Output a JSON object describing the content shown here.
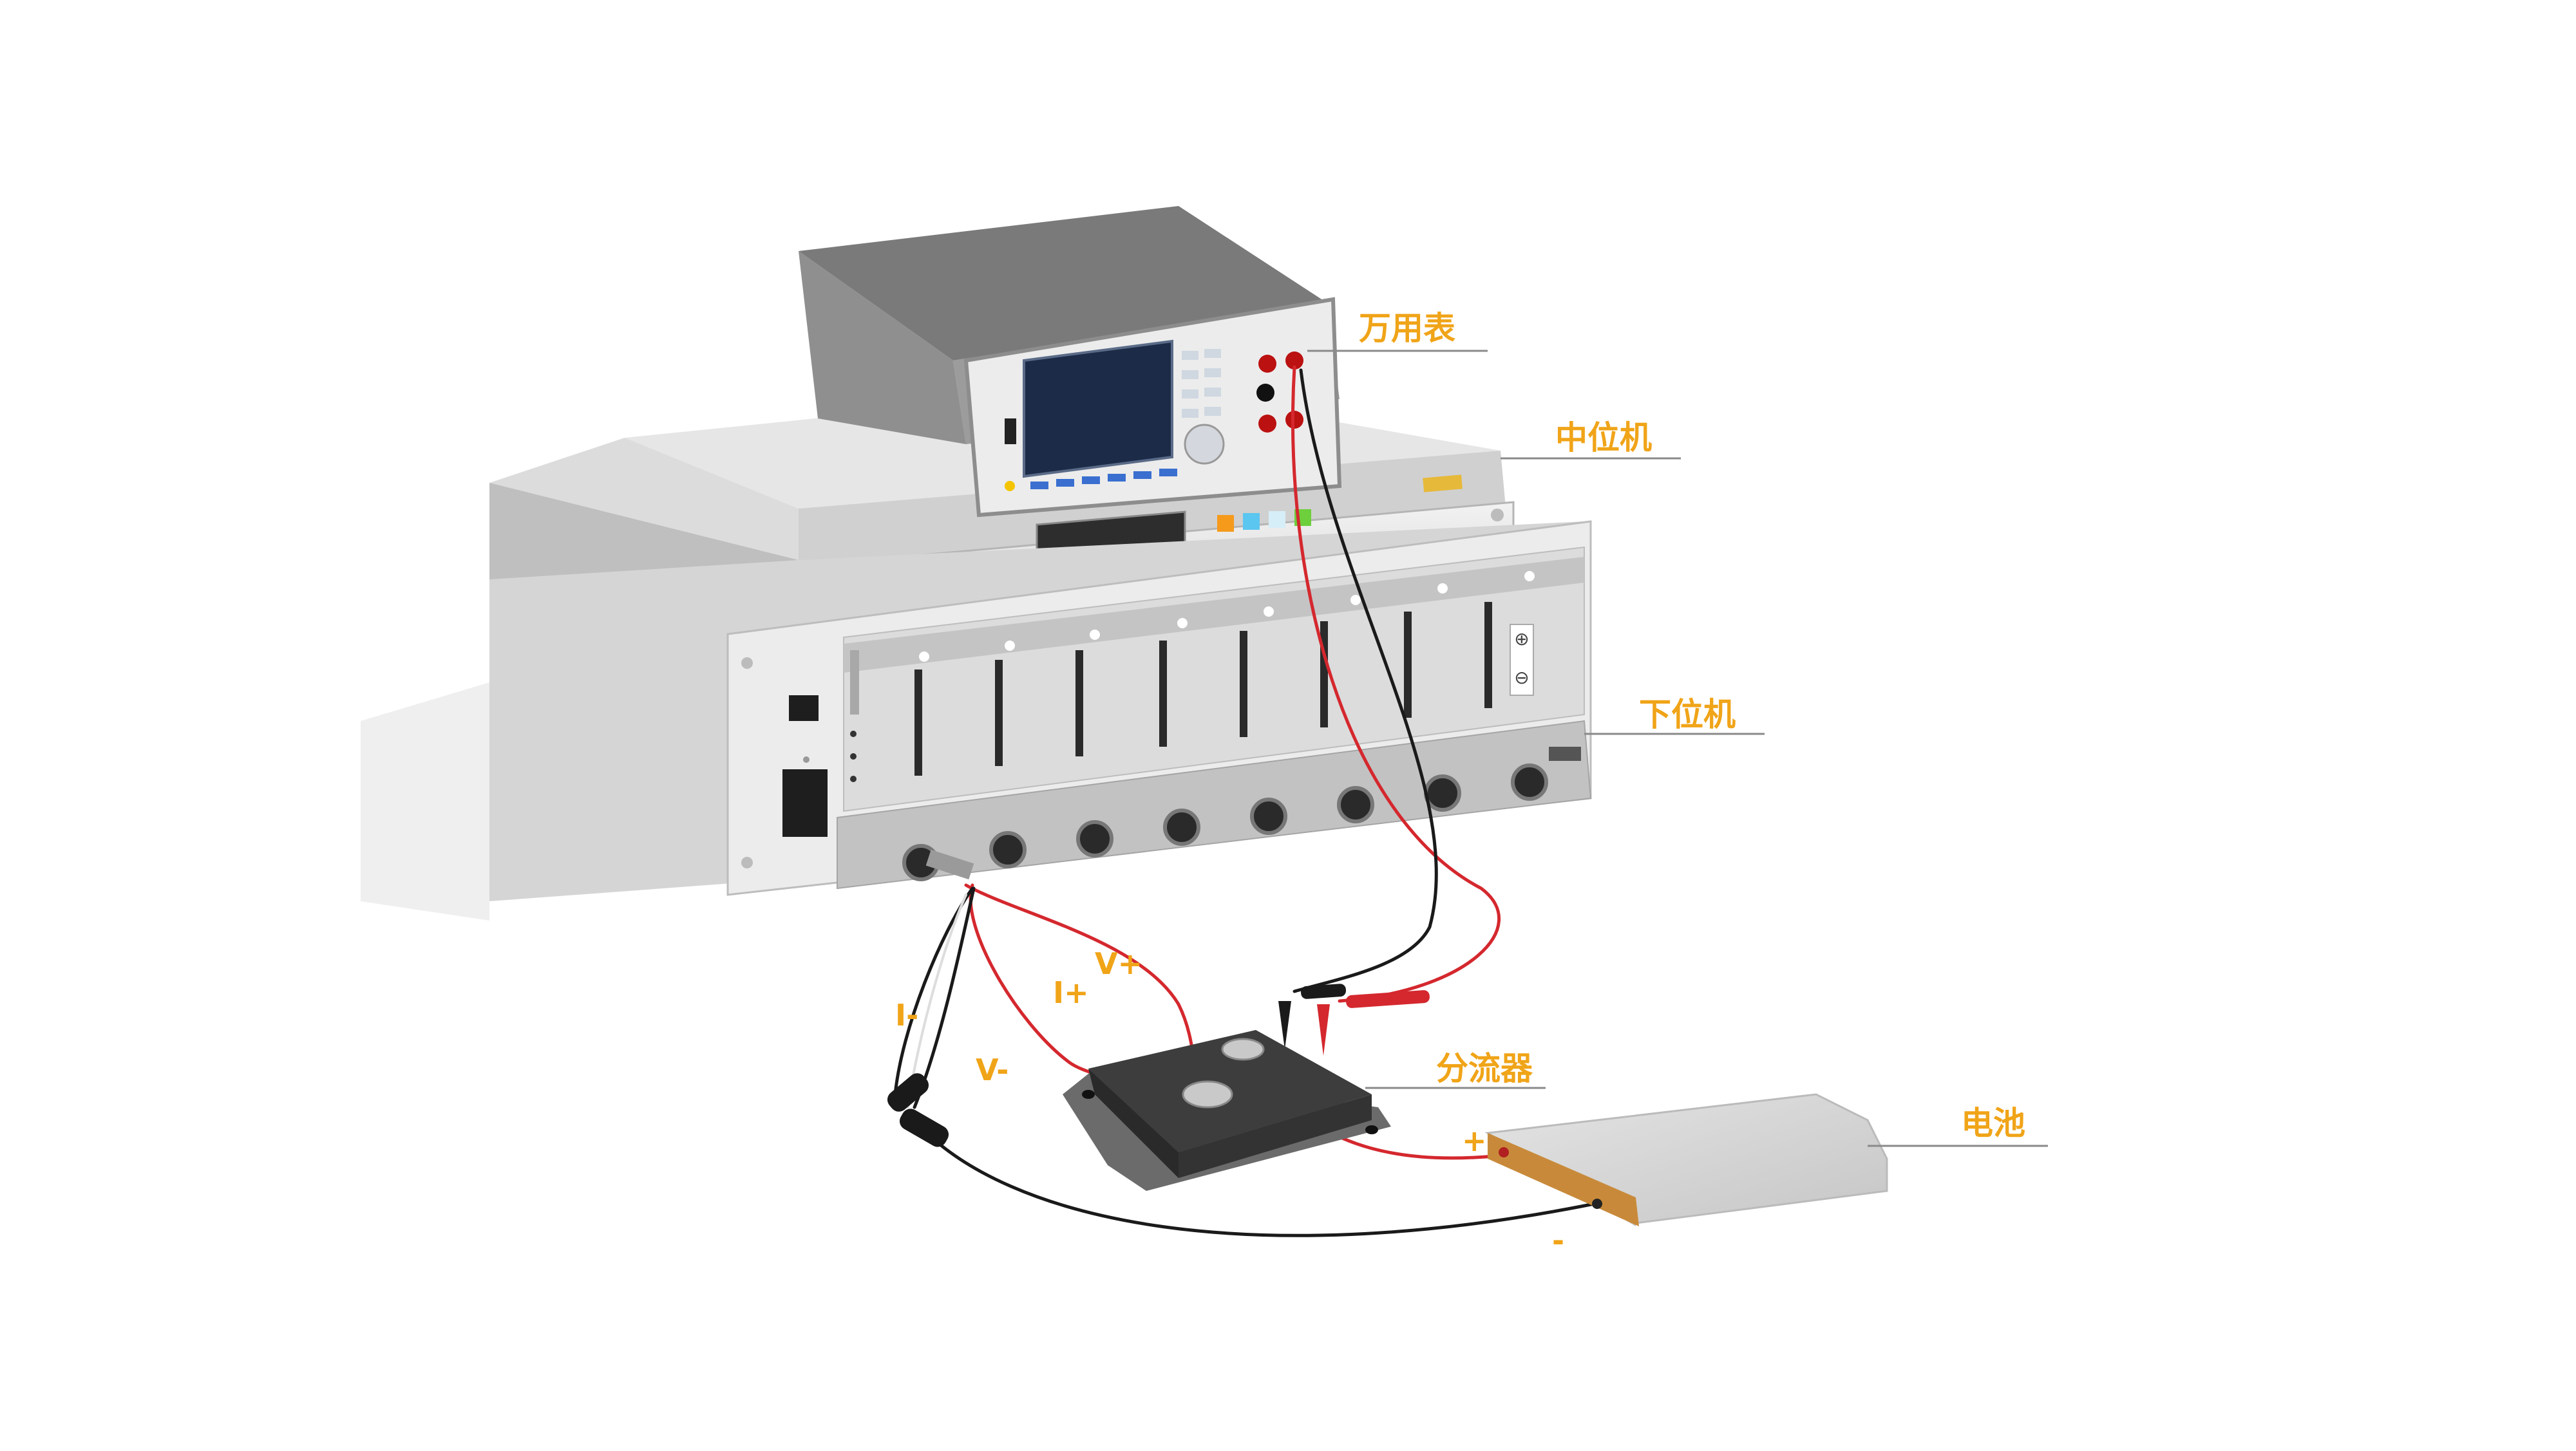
{
  "labels": {
    "multimeter": "万用表",
    "middle_unit": "中位机",
    "lower_unit": "下位机",
    "shunt": "分流器",
    "battery": "电池"
  },
  "wire_labels": {
    "i_minus": "I-",
    "i_plus": "I+",
    "v_plus": "V+",
    "v_minus": "V-",
    "bat_plus": "+",
    "bat_minus": "-"
  },
  "colors": {
    "label": "#f0a418",
    "red_wire": "#d4282e",
    "black_wire": "#1a1a1a",
    "battery_tab": "#c88a3a",
    "display": "#1c2b48"
  }
}
